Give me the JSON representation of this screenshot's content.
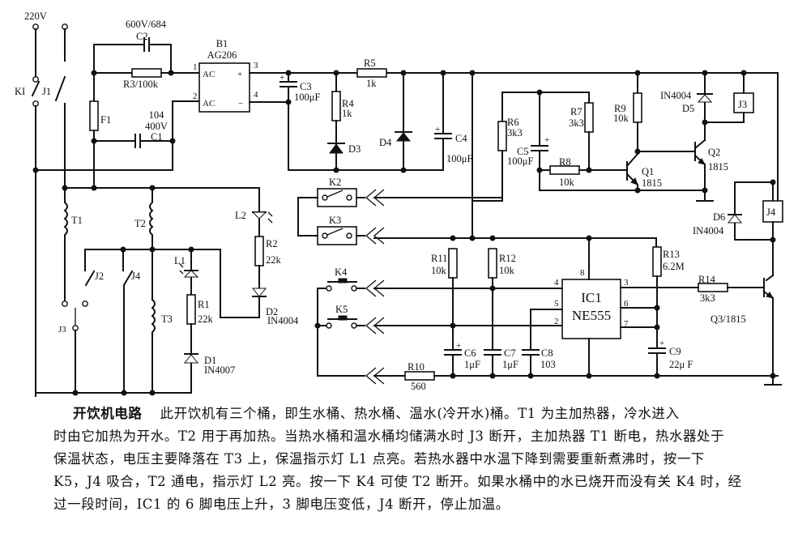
{
  "diagram": {
    "title": "开饮机电路",
    "supply_label": "220V",
    "switches": {
      "k1": "KI",
      "j1": "J1",
      "j2": "J2",
      "j3": "J3",
      "j4": "J4"
    },
    "components": {
      "b1": {
        "ref": "B1",
        "part": "AG206",
        "pins": [
          "1",
          "2",
          "3",
          "4"
        ],
        "pin_labels": [
          "AC",
          "AC",
          "+",
          "−"
        ]
      },
      "c1": {
        "ref": "C1",
        "value": "104",
        "rating": "400V"
      },
      "c2": {
        "ref": "C2",
        "value": "600V/684"
      },
      "r3": {
        "label": "R3/100k"
      },
      "f1": {
        "ref": "F1"
      },
      "c3": {
        "ref": "C3",
        "value": "100μF"
      },
      "r4": {
        "ref": "R4",
        "value": "1k"
      },
      "r5": {
        "ref": "R5",
        "value": "1k"
      },
      "d3": {
        "ref": "D3"
      },
      "d4": {
        "ref": "D4"
      },
      "c4": {
        "ref": "C4",
        "value": "100μF"
      },
      "r6": {
        "ref": "R6",
        "value": "3k3"
      },
      "c5": {
        "ref": "C5",
        "value": "100μF"
      },
      "r7": {
        "ref": "R7",
        "value": "3k3"
      },
      "r8": {
        "ref": "R8",
        "value": "10k"
      },
      "r9": {
        "ref": "R9",
        "value": "10k"
      },
      "q1": {
        "ref": "Q1",
        "part": "1815"
      },
      "q2": {
        "ref": "Q2",
        "part": "1815"
      },
      "d5": {
        "ref": "D5",
        "part": "IN4004"
      },
      "j3_coil": {
        "ref": "J3"
      },
      "j4_coil": {
        "ref": "J4"
      },
      "d6": {
        "ref": "D6",
        "part": "IN4004"
      },
      "t1": {
        "ref": "T1"
      },
      "t2": {
        "ref": "T2"
      },
      "t3": {
        "ref": "T3"
      },
      "l1": {
        "ref": "L1"
      },
      "l2": {
        "ref": "L2"
      },
      "r1": {
        "ref": "R1",
        "value": "22k"
      },
      "r2": {
        "ref": "R2",
        "value": "22k"
      },
      "d1": {
        "ref": "D1",
        "part": "IN4007"
      },
      "d2": {
        "ref": "D2",
        "part": "IN4004"
      },
      "k2": {
        "ref": "K2"
      },
      "k3": {
        "ref": "K3"
      },
      "k4": {
        "ref": "K4"
      },
      "k5": {
        "ref": "K5"
      },
      "r10": {
        "ref": "R10",
        "value": "560"
      },
      "r11": {
        "ref": "R11",
        "value": "10k"
      },
      "r12": {
        "ref": "R12",
        "value": "10k"
      },
      "c6": {
        "ref": "C6",
        "value": "1μF"
      },
      "c7": {
        "ref": "C7",
        "value": "1μF"
      },
      "c8": {
        "ref": "C8",
        "value": "103"
      },
      "ic1": {
        "ref": "IC1",
        "part": "NE555",
        "pins": {
          "p4": "4",
          "p5": "5",
          "p2": "2",
          "p8": "8",
          "p3": "3",
          "p6": "6",
          "p7": "7"
        }
      },
      "r13": {
        "ref": "R13",
        "value": "6.2M"
      },
      "r14": {
        "ref": "R14",
        "value": "3k3"
      },
      "c9": {
        "ref": "C9",
        "value": "22μ F"
      },
      "q3": {
        "label": "Q3/1815"
      },
      "plus_sign": "+"
    }
  },
  "caption": {
    "title": "开饮机电路",
    "lines": [
      "此开饮机有三个桶，即生水桶、热水桶、温水(冷开水)桶。T1 为主加热器，冷水进入",
      "时由它加热为开水。T2 用于再加热。当热水桶和温水桶均储满水时 J3 断开，主加热器 T1 断电，热水器处于",
      "保温状态，电压主要降落在 T3 上，保温指示灯 L1 点亮。若热水器中水温下降到需要重新煮沸时，按一下",
      "K5，J4 吸合，T2 通电，指示灯 L2 亮。按一下 K4 可使 T2 断开。如果水桶中的水已烧开而没有关 K4 时，经",
      "过一段时间，IC1 的 6 脚电压上升，3 脚电压变低，J4 断开，停止加温。"
    ]
  }
}
